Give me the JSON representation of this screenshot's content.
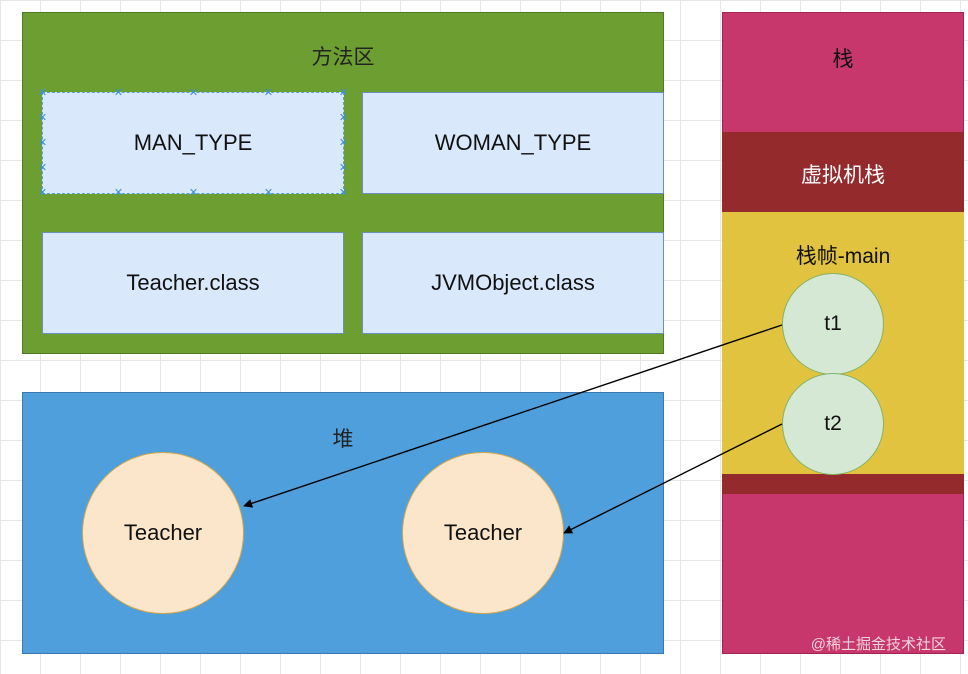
{
  "method_area": {
    "title": "方法区",
    "classes": [
      "MAN_TYPE",
      "WOMAN_TYPE",
      "Teacher.class",
      "JVMObject.class"
    ]
  },
  "heap": {
    "title": "堆",
    "objects": [
      "Teacher",
      "Teacher"
    ]
  },
  "stack": {
    "title": "栈",
    "vm_stack": {
      "title": "虚拟机栈",
      "frame": {
        "title": "栈帧-main",
        "vars": [
          "t1",
          "t2"
        ]
      }
    }
  },
  "references": [
    {
      "from": "t1",
      "to": "heap-object-1"
    },
    {
      "from": "t2",
      "to": "heap-object-2"
    }
  ],
  "watermark": "@稀土掘金技术社区",
  "colors": {
    "method_area": "#6d9e31",
    "class_box": "#dae8fc",
    "heap": "#4e9fdc",
    "heap_object": "#fbe6cb",
    "stack": "#c8376b",
    "vm_stack": "#952a2d",
    "stack_frame": "#e1c33f",
    "variable": "#d5e8d4"
  }
}
